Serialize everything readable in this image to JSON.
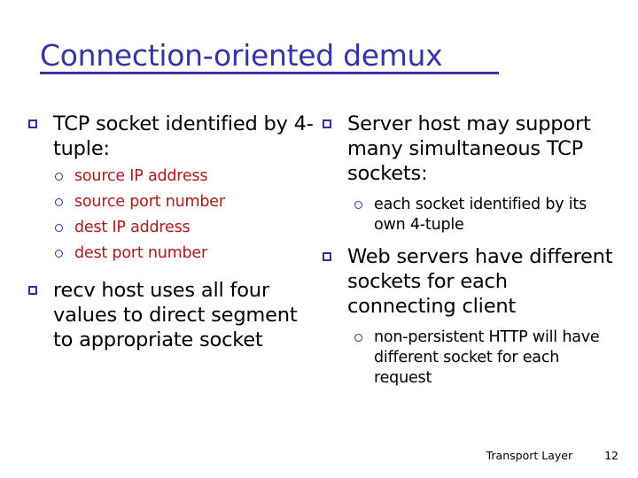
{
  "slide": {
    "title": "Connection-oriented demux",
    "title_color": "#3833a8",
    "accent_marker_color": "#2f2f9e",
    "subbullet_red": "#b01818",
    "background": "#ffffff"
  },
  "left_column": {
    "bullets": [
      {
        "level": 1,
        "marker": "square",
        "color": "#000000",
        "text": "TCP socket identified by 4-tuple:"
      },
      {
        "level": 2,
        "marker": "circle",
        "color": "#b01818",
        "text": "source IP address"
      },
      {
        "level": 2,
        "marker": "circle",
        "color": "#b01818",
        "text": "source port number"
      },
      {
        "level": 2,
        "marker": "circle",
        "color": "#b01818",
        "text": "dest IP address"
      },
      {
        "level": 2,
        "marker": "circle",
        "color": "#b01818",
        "text": "dest port number"
      },
      {
        "level": 1,
        "marker": "square",
        "color": "#000000",
        "text": "recv host uses all four values to direct segment to appropriate socket"
      }
    ]
  },
  "right_column": {
    "bullets": [
      {
        "level": 1,
        "marker": "square",
        "color": "#000000",
        "text": "Server host may support many simultaneous TCP sockets:"
      },
      {
        "level": 2,
        "marker": "circle",
        "color": "#000000",
        "text": "each socket identified by its own 4-tuple"
      },
      {
        "level": 1,
        "marker": "square",
        "color": "#000000",
        "text": "Web servers have different sockets for each connecting client"
      },
      {
        "level": 2,
        "marker": "circle",
        "color": "#000000",
        "text": "non-persistent HTTP will have different socket for each request"
      }
    ]
  },
  "footer": {
    "label": "Transport Layer",
    "page_number": "12"
  }
}
